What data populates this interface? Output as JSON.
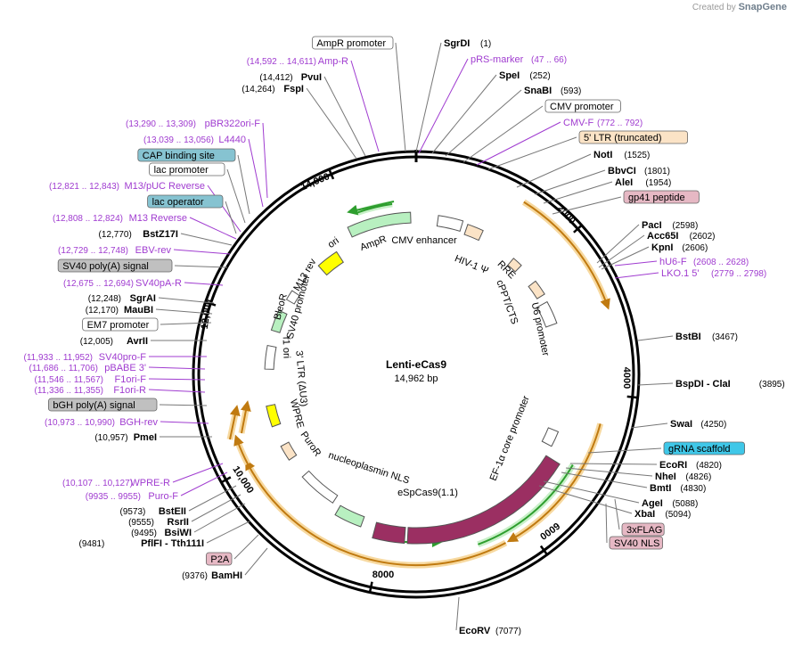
{
  "brand": {
    "created_by": "Created by",
    "name": "SnapGene"
  },
  "plasmid": {
    "name": "Lenti-eCas9",
    "length_label": "14,962 bp"
  },
  "ticks": [
    "2000",
    "4000",
    "6000",
    "8000",
    "10,000",
    "12,000",
    "14,000"
  ],
  "right_labels": [
    {
      "kind": "enzyme",
      "name": "SgrDI",
      "pos": "(1)"
    },
    {
      "kind": "primer",
      "name": "pRS-marker",
      "pos": "(47 .. 66)"
    },
    {
      "kind": "enzyme",
      "name": "SpeI",
      "pos": "(252)"
    },
    {
      "kind": "enzyme",
      "name": "SnaBI",
      "pos": "(593)"
    },
    {
      "kind": "box",
      "name": "CMV promoter",
      "color": "#ffffff"
    },
    {
      "kind": "primer",
      "name": "CMV-F",
      "pos": "(772 .. 792)"
    },
    {
      "kind": "box",
      "name": "5' LTR (truncated)",
      "color": "#fbe3c6"
    },
    {
      "kind": "enzyme",
      "name": "NotI",
      "pos": "(1525)"
    },
    {
      "kind": "enzyme",
      "name": "BbvCI",
      "pos": "(1801)"
    },
    {
      "kind": "enzyme",
      "name": "AleI",
      "pos": "(1954)"
    },
    {
      "kind": "box",
      "name": "gp41 peptide",
      "color": "#e6b8c4"
    },
    {
      "kind": "enzyme",
      "name": "PacI",
      "pos": "(2598)"
    },
    {
      "kind": "enzyme",
      "name": "Acc65I",
      "pos": "(2602)"
    },
    {
      "kind": "enzyme",
      "name": "KpnI",
      "pos": "(2606)"
    },
    {
      "kind": "primer",
      "name": "hU6-F",
      "pos": "(2608 .. 2628)"
    },
    {
      "kind": "primer",
      "name": "LKO.1 5'",
      "pos": "(2779 .. 2798)"
    },
    {
      "kind": "enzyme",
      "name": "BstBI",
      "pos": "(3467)"
    },
    {
      "kind": "enzyme",
      "name": "BspDI  - ClaI",
      "pos": "(3895)"
    },
    {
      "kind": "enzyme",
      "name": "SwaI",
      "pos": "(4250)"
    },
    {
      "kind": "box",
      "name": "gRNA scaffold",
      "color": "#3fc7e8"
    },
    {
      "kind": "enzyme",
      "name": "EcoRI",
      "pos": "(4820)"
    },
    {
      "kind": "enzyme",
      "name": "NheI",
      "pos": "(4826)"
    },
    {
      "kind": "enzyme",
      "name": "BmtI",
      "pos": "(4830)"
    },
    {
      "kind": "enzyme",
      "name": "AgeI",
      "pos": "(5088)"
    },
    {
      "kind": "enzyme",
      "name": "XbaI",
      "pos": "(5094)"
    },
    {
      "kind": "box",
      "name": "3xFLAG",
      "color": "#e6b8c4"
    },
    {
      "kind": "box",
      "name": "SV40 NLS",
      "color": "#e6b8c4"
    },
    {
      "kind": "enzyme",
      "name": "EcoRV",
      "pos": "(7077)"
    }
  ],
  "left_labels": [
    {
      "kind": "box",
      "name": "AmpR promoter",
      "color": "#ffffff"
    },
    {
      "kind": "primer",
      "name": "Amp-R",
      "pos": "(14,592 .. 14,611)"
    },
    {
      "kind": "enzyme",
      "name": "PvuI",
      "pos": "(14,412)"
    },
    {
      "kind": "enzyme",
      "name": "FspI",
      "pos": "(14,264)"
    },
    {
      "kind": "primer",
      "name": "pBR322ori-F",
      "pos": "(13,290 .. 13,309)"
    },
    {
      "kind": "primer",
      "name": "L4440",
      "pos": "(13,039 .. 13,056)"
    },
    {
      "kind": "box",
      "name": "CAP binding site",
      "color": "#86c3d1"
    },
    {
      "kind": "box",
      "name": "lac promoter",
      "color": "#ffffff"
    },
    {
      "kind": "primer",
      "name": "M13/pUC Reverse",
      "pos": "(12,821 .. 12,843)"
    },
    {
      "kind": "box",
      "name": "lac operator",
      "color": "#86c3d1"
    },
    {
      "kind": "primer",
      "name": "M13 Reverse",
      "pos": "(12,808 .. 12,824)"
    },
    {
      "kind": "enzyme",
      "name": "BstZ17I",
      "pos": "(12,770)"
    },
    {
      "kind": "primer",
      "name": "EBV-rev",
      "pos": "(12,729 .. 12,748)"
    },
    {
      "kind": "box",
      "name": "SV40 poly(A) signal",
      "color": "#c0c0c0"
    },
    {
      "kind": "primer",
      "name": "SV40pA-R",
      "pos": "(12,675 .. 12,694)"
    },
    {
      "kind": "enzyme",
      "name": "SgrAI",
      "pos": "(12,248)"
    },
    {
      "kind": "enzyme",
      "name": "MauBI",
      "pos": "(12,170)"
    },
    {
      "kind": "box",
      "name": "EM7 promoter",
      "color": "#ffffff"
    },
    {
      "kind": "enzyme",
      "name": "AvrII",
      "pos": "(12,005)"
    },
    {
      "kind": "primer",
      "name": "SV40pro-F",
      "pos": "(11,933 .. 11,952)"
    },
    {
      "kind": "primer",
      "name": "pBABE 3'",
      "pos": "(11,686 .. 11,706)"
    },
    {
      "kind": "primer",
      "name": "F1ori-F",
      "pos": "(11,546 .. 11,567)"
    },
    {
      "kind": "primer",
      "name": "F1ori-R",
      "pos": "(11,336 .. 11,355)"
    },
    {
      "kind": "box",
      "name": "bGH poly(A) signal",
      "color": "#c0c0c0"
    },
    {
      "kind": "primer",
      "name": "BGH-rev",
      "pos": "(10,973 .. 10,990)"
    },
    {
      "kind": "enzyme",
      "name": "PmeI",
      "pos": "(10,957)"
    },
    {
      "kind": "primer",
      "name": "WPRE-R",
      "pos": "(10,107 .. 10,127)"
    },
    {
      "kind": "primer",
      "name": "Puro-F",
      "pos": "(9935 .. 9955)"
    },
    {
      "kind": "enzyme",
      "name": "BstEII",
      "pos": "(9573)"
    },
    {
      "kind": "enzyme",
      "name": "RsrII",
      "pos": "(9555)"
    },
    {
      "kind": "enzyme",
      "name": "BsiWI",
      "pos": "(9495)"
    },
    {
      "kind": "enzyme",
      "name": "PflFI  - Tth111I",
      "pos": "(9481)"
    },
    {
      "kind": "box",
      "name": "P2A",
      "color": "#e6b8c4"
    },
    {
      "kind": "enzyme",
      "name": "BamHI",
      "pos": "(9376)"
    }
  ],
  "features": [
    {
      "name": "AmpR",
      "color": "#b8f0c0"
    },
    {
      "name": "CMV enhancer",
      "color": "#ffffff"
    },
    {
      "name": "HIV-1 Ψ",
      "color": "#fbe3c6"
    },
    {
      "name": "RRE",
      "color": "#fbe3c6"
    },
    {
      "name": "cPPT/CTS",
      "color": "#fbe3c6"
    },
    {
      "name": "U6 promoter",
      "color": "#ffffff"
    },
    {
      "name": "EF-1α core promoter",
      "color": "#ffffff"
    },
    {
      "name": "eSpCas9(1.1)",
      "color": "#9b2f62"
    },
    {
      "name": "nucleoplasmin NLS",
      "color": "#9b2f62"
    },
    {
      "name": "PuroR",
      "color": "#b8f0c0"
    },
    {
      "name": "WPRE",
      "color": "#ffffff"
    },
    {
      "name": "3' LTR (ΔU3)",
      "color": "#fbe3c6"
    },
    {
      "name": "f1 ori",
      "color": "#ffff00"
    },
    {
      "name": "SV40 promoter",
      "color": "#ffffff"
    },
    {
      "name": "BleoR",
      "color": "#b8f0c0"
    },
    {
      "name": "M13 rev",
      "color": "#ffffff"
    },
    {
      "name": "ori",
      "color": "#ffff00"
    }
  ],
  "colors": {
    "primer": "#a03cd0",
    "orange_arc": "#f0b040",
    "green_arrow": "#2e9e2e",
    "backbone": "#000000"
  }
}
